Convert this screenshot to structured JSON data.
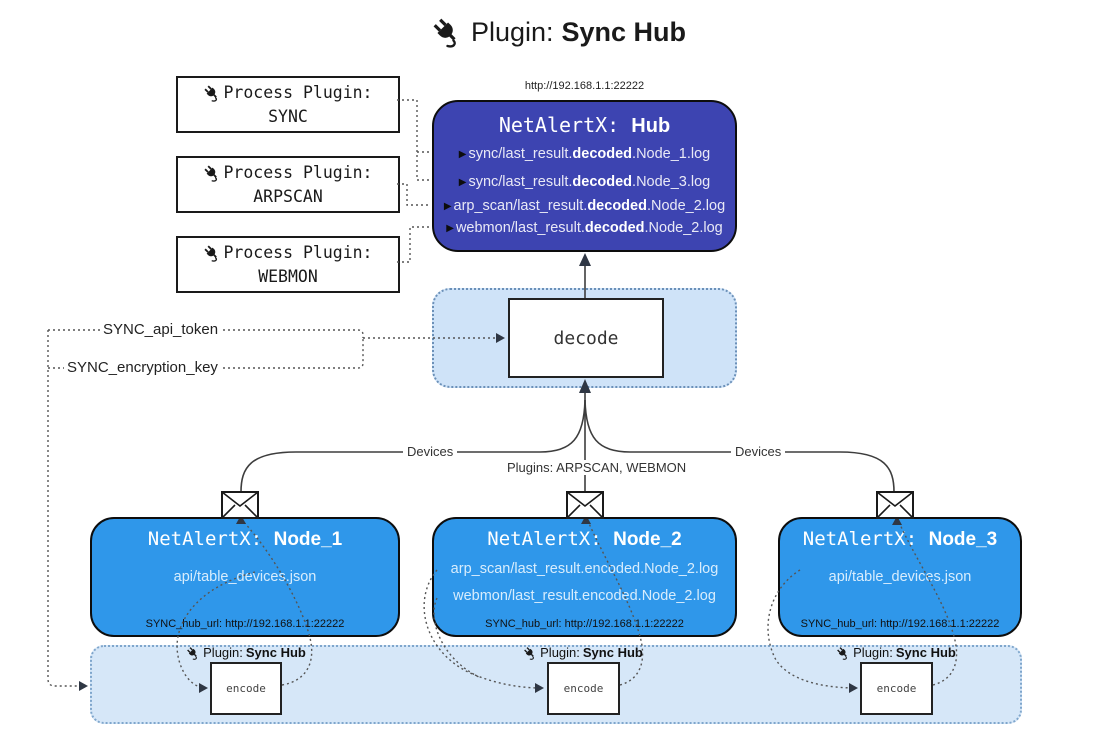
{
  "title": {
    "label": "Plugin:",
    "name": "Sync Hub"
  },
  "process_plugins": [
    {
      "label": "Process Plugin:",
      "name": "SYNC"
    },
    {
      "label": "Process Plugin:",
      "name": "ARPSCAN"
    },
    {
      "label": "Process Plugin:",
      "name": "WEBMON"
    }
  ],
  "hub": {
    "url": "http://192.168.1.1:22222",
    "title_prefix": "NetAlertX:",
    "title_name": "Hub",
    "logs": [
      {
        "pre": "sync/last_result.",
        "bold": "decoded",
        "post": ".Node_1.log"
      },
      {
        "pre": "sync/last_result.",
        "bold": "decoded",
        "post": ".Node_3.log"
      },
      {
        "pre": "arp_scan/last_result.",
        "bold": "decoded",
        "post": ".Node_2.log"
      },
      {
        "pre": "webmon/last_result.",
        "bold": "decoded",
        "post": ".Node_2.log"
      }
    ]
  },
  "decode": {
    "label": "decode"
  },
  "tokens": {
    "api_token": "SYNC_api_token",
    "encryption_key": "SYNC_encryption_key"
  },
  "edges": {
    "devices_left": "Devices",
    "plugins_mid": "Plugins: ARPSCAN, WEBMON",
    "devices_right": "Devices"
  },
  "nodes": [
    {
      "title_prefix": "NetAlertX:",
      "title_name": "Node_1",
      "lines": [
        "api/table_devices.json"
      ],
      "hub_url": "SYNC_hub_url: http://192.168.1.1:22222"
    },
    {
      "title_prefix": "NetAlertX:",
      "title_name": "Node_2",
      "lines": [
        "arp_scan/last_result.encoded.Node_2.log",
        "webmon/last_result.encoded.Node_2.log"
      ],
      "hub_url": "SYNC_hub_url: http://192.168.1.1:22222"
    },
    {
      "title_prefix": "NetAlertX:",
      "title_name": "Node_3",
      "lines": [
        "api/table_devices.json"
      ],
      "hub_url": "SYNC_hub_url: http://192.168.1.1:22222"
    }
  ],
  "sync_plugins": [
    {
      "label": "Plugin:",
      "name": "Sync Hub",
      "encode": "encode"
    },
    {
      "label": "Plugin:",
      "name": "Sync Hub",
      "encode": "encode"
    },
    {
      "label": "Plugin:",
      "name": "Sync Hub",
      "encode": "encode"
    }
  ],
  "colors": {
    "hub": "#3d44b1",
    "node": "#2f97ea",
    "panel": "#cfe3f8",
    "bar": "#d6e7f8",
    "line": "#3d3d3d"
  }
}
